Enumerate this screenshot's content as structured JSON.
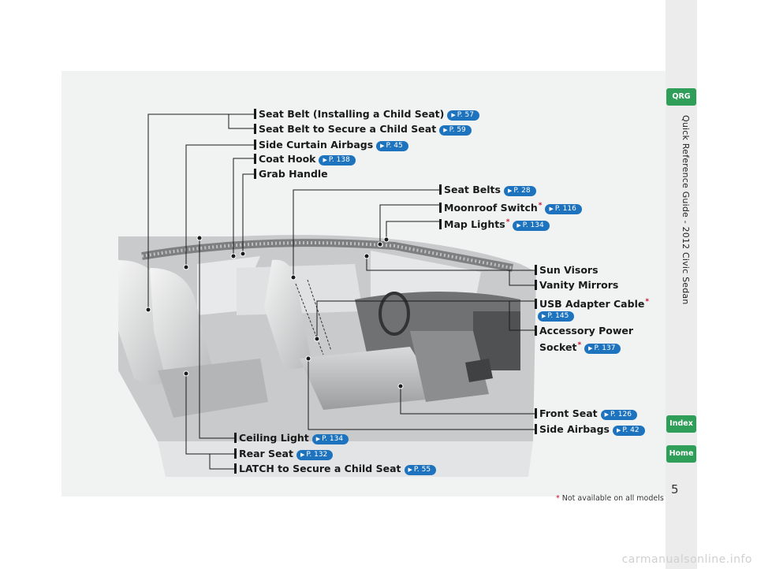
{
  "callouts": {
    "seat_belt_child": {
      "label": "Seat Belt (Installing a Child Seat)",
      "ref": "P. 57"
    },
    "seat_belt_secure": {
      "label": "Seat Belt to Secure a Child Seat",
      "ref": "P. 59"
    },
    "side_curtain": {
      "label": "Side Curtain Airbags",
      "ref": "P. 45"
    },
    "coat_hook": {
      "label": "Coat Hook",
      "ref": "P. 138"
    },
    "grab_handle": {
      "label": "Grab Handle"
    },
    "seat_belts": {
      "label": "Seat Belts",
      "ref": "P. 28"
    },
    "moonroof": {
      "label": "Moonroof Switch",
      "ref": "P. 116"
    },
    "map_lights": {
      "label": "Map Lights",
      "ref": "P. 134"
    },
    "sun_visors": {
      "label": "Sun Visors"
    },
    "vanity": {
      "label": "Vanity Mirrors"
    },
    "usb": {
      "label": "USB Adapter Cable",
      "ref": "P. 145"
    },
    "accessory_1": {
      "label": "Accessory Power"
    },
    "accessory_2": {
      "label": "Socket",
      "ref": "P. 137"
    },
    "front_seat": {
      "label": "Front Seat",
      "ref": "P. 126"
    },
    "side_airbags": {
      "label": "Side Airbags",
      "ref": "P. 42"
    },
    "ceiling_light": {
      "label": "Ceiling Light",
      "ref": "P. 134"
    },
    "rear_seat": {
      "label": "Rear Seat",
      "ref": "P. 132"
    },
    "latch": {
      "label": "LATCH to Secure a Child Seat",
      "ref": "P. 55"
    }
  },
  "star": "*",
  "sidebar": {
    "qrg": "QRG",
    "title": "Quick Reference Guide - 2012 Civic Sedan",
    "index": "Index",
    "home": "Home"
  },
  "page_number": "5",
  "footnote": "Not available on all models",
  "watermark": "carmanualsonline.info",
  "colors": {
    "ref_badge": "#1e73be",
    "tab_green": "#2e9e58",
    "asterisk": "#c8102e"
  }
}
